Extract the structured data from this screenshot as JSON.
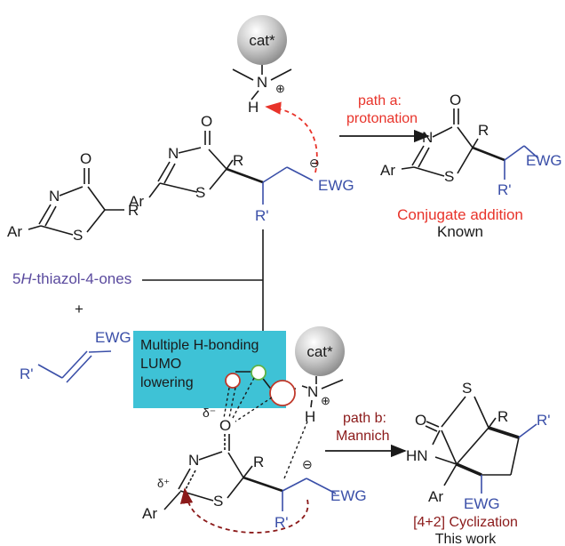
{
  "catalyst": {
    "label": "cat*",
    "charge": "⊕",
    "amine_n": "N",
    "amine_h": "H"
  },
  "path_a": {
    "line1": "path a:",
    "line2": "protonation"
  },
  "path_b": {
    "line1": "path b:",
    "line2": "Mannich"
  },
  "product_a": {
    "title": "Conjugate addition",
    "subtitle": "Known"
  },
  "product_b": {
    "title": "[4+2] Cyclization",
    "subtitle": "This work"
  },
  "reactant": {
    "name_prefix": "5",
    "name_italic": "H",
    "name_suffix": "-thiazol-4-ones",
    "plus": "+"
  },
  "hbond_box": {
    "line1": "Multiple H-bonding",
    "line2": "LUMO",
    "line3": "lowering"
  },
  "atoms": {
    "O": "O",
    "N": "N",
    "S": "S",
    "R": "R",
    "Ar": "Ar",
    "EWG": "EWG",
    "Rprime": "R'",
    "HN": "HN",
    "minus": "⊖",
    "delta_minus": "δ⁻",
    "delta_plus": "δ⁺"
  },
  "colors": {
    "black": "#1a1a1a",
    "blue": "#3a4fa8",
    "red": "#e8332a",
    "dark_red": "#8b1a1a",
    "purple": "#5a4a9e",
    "box": "#3ec2d6"
  }
}
